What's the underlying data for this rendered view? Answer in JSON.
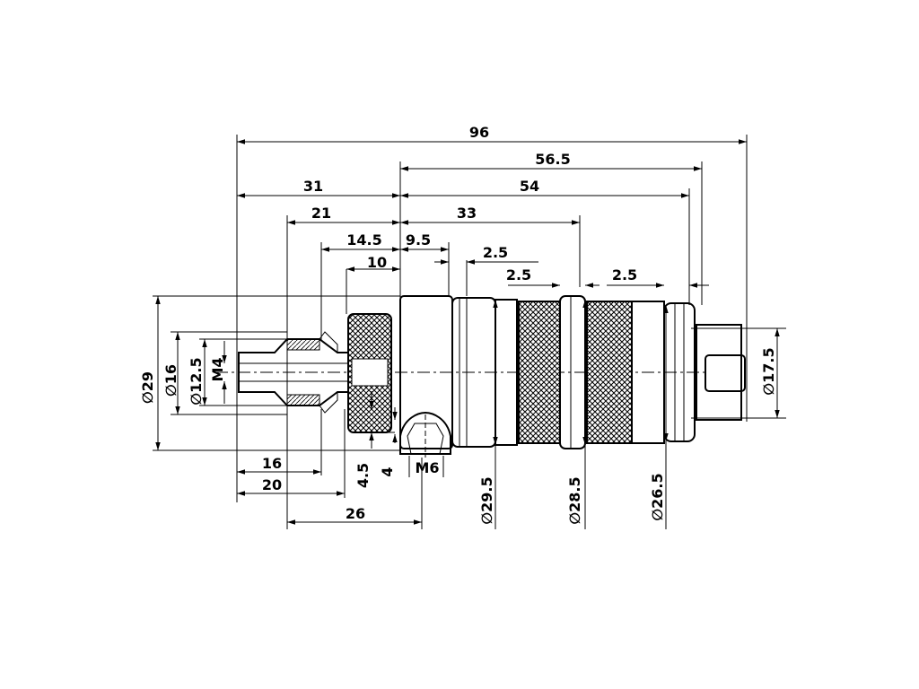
{
  "dimensions": {
    "overall_length": "96",
    "length_56_5": "56.5",
    "length_54": "54",
    "length_31": "31",
    "length_33": "33",
    "length_21": "21",
    "length_14_5": "14.5",
    "length_9_5": "9.5",
    "length_10": "10",
    "groove_2_5_a": "2.5",
    "groove_2_5_b": "2.5",
    "groove_2_5_c": "2.5",
    "length_16": "16",
    "length_20": "20",
    "length_26": "26",
    "length_4_5": "4.5",
    "length_4": "4",
    "thread_m6": "M6",
    "thread_m4": "M4",
    "dia_29": "∅29",
    "dia_16": "∅16",
    "dia_12_5": "∅12.5",
    "dia_29_5": "∅29.5",
    "dia_28_5": "∅28.5",
    "dia_26_5": "∅26.5",
    "dia_17_5": "∅17.5"
  }
}
